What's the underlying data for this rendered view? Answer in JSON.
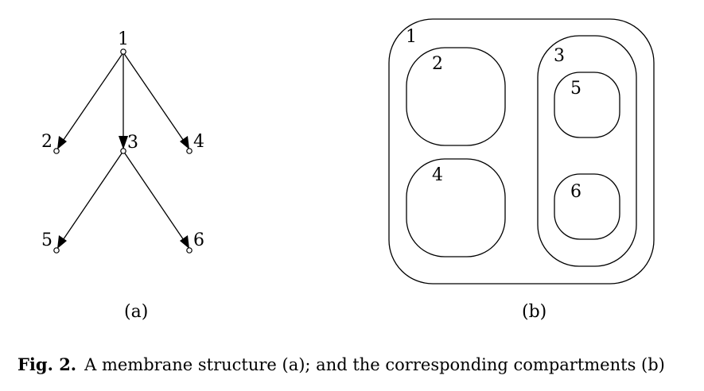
{
  "tree": {
    "nodes": [
      {
        "id": "1",
        "label": "1"
      },
      {
        "id": "2",
        "label": "2"
      },
      {
        "id": "3",
        "label": "3"
      },
      {
        "id": "4",
        "label": "4"
      },
      {
        "id": "5",
        "label": "5"
      },
      {
        "id": "6",
        "label": "6"
      }
    ],
    "edges": [
      {
        "from": "1",
        "to": "2"
      },
      {
        "from": "1",
        "to": "3"
      },
      {
        "from": "1",
        "to": "4"
      },
      {
        "from": "3",
        "to": "5"
      },
      {
        "from": "3",
        "to": "6"
      }
    ],
    "sublabel": "(a)"
  },
  "compartments": {
    "labels": [
      "1",
      "2",
      "3",
      "4",
      "5",
      "6"
    ],
    "sublabel": "(b)"
  },
  "caption": {
    "prefix": "Fig. 2.",
    "text_part1": "A membrane structure (",
    "ref_a": "a",
    "text_part2": "); and the corresponding compartments (",
    "ref_b": "b",
    "text_part3": ")"
  }
}
